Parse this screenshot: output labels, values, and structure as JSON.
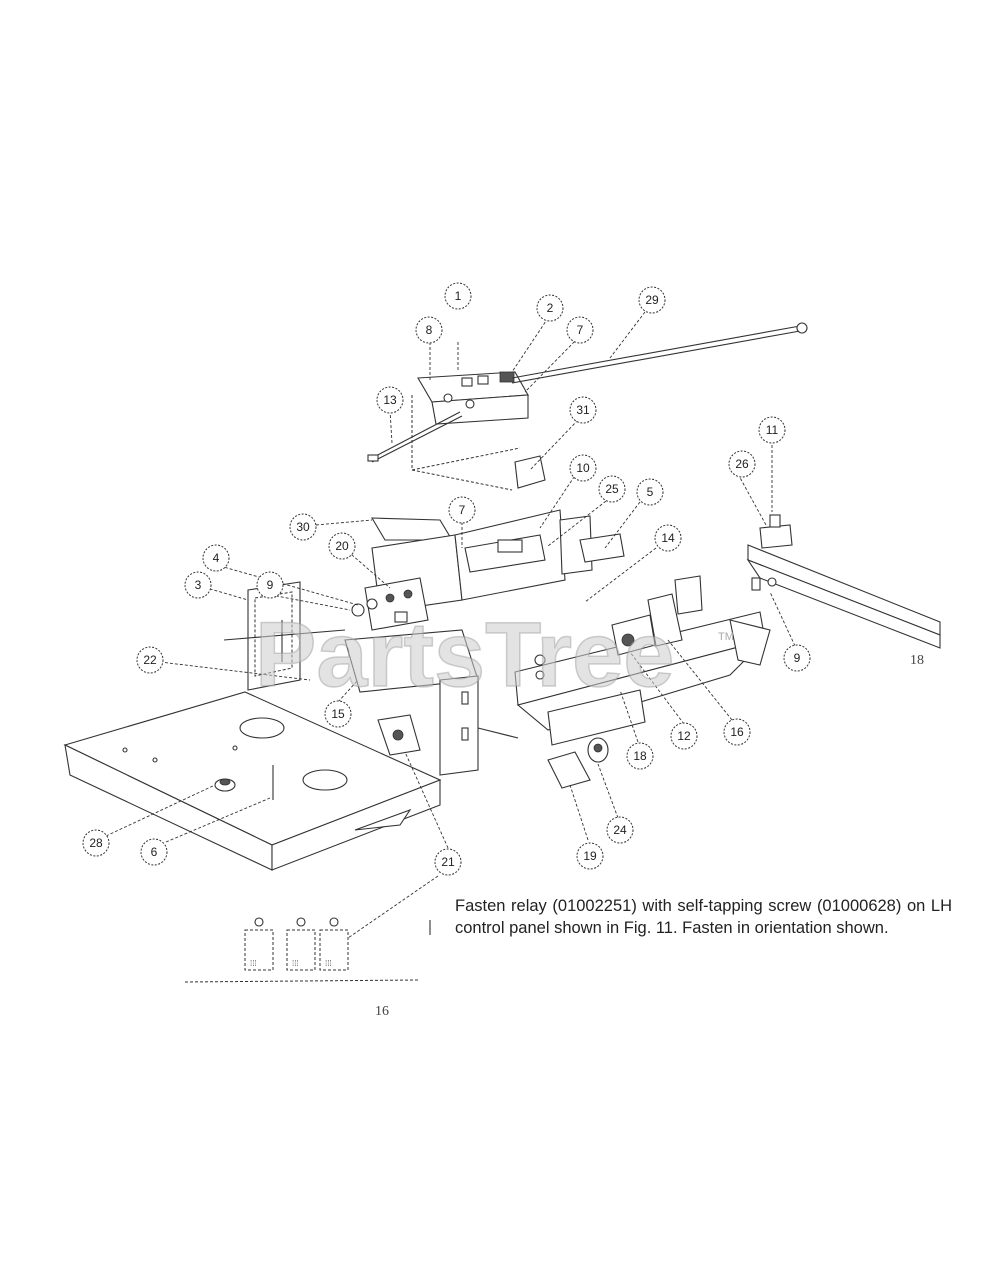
{
  "watermark": {
    "text": "PartsTree",
    "trademark": "TM"
  },
  "callouts": [
    {
      "id": "c1",
      "label": "1"
    },
    {
      "id": "c2",
      "label": "2"
    },
    {
      "id": "c29",
      "label": "29"
    },
    {
      "id": "c8",
      "label": "8"
    },
    {
      "id": "c7a",
      "label": "7"
    },
    {
      "id": "c13",
      "label": "13"
    },
    {
      "id": "c31",
      "label": "31"
    },
    {
      "id": "c11",
      "label": "11"
    },
    {
      "id": "c26",
      "label": "26"
    },
    {
      "id": "c10",
      "label": "10"
    },
    {
      "id": "c25",
      "label": "25"
    },
    {
      "id": "c5",
      "label": "5"
    },
    {
      "id": "c7b",
      "label": "7"
    },
    {
      "id": "c30",
      "label": "30"
    },
    {
      "id": "c14",
      "label": "14"
    },
    {
      "id": "c20",
      "label": "20"
    },
    {
      "id": "c4",
      "label": "4"
    },
    {
      "id": "c9a",
      "label": "9"
    },
    {
      "id": "c3",
      "label": "3"
    },
    {
      "id": "c9b",
      "label": "9"
    },
    {
      "id": "c22",
      "label": "22"
    },
    {
      "id": "c15",
      "label": "15"
    },
    {
      "id": "c12",
      "label": "12"
    },
    {
      "id": "c16",
      "label": "16"
    },
    {
      "id": "c18",
      "label": "18"
    },
    {
      "id": "c24",
      "label": "24"
    },
    {
      "id": "c28",
      "label": "28"
    },
    {
      "id": "c6",
      "label": "6"
    },
    {
      "id": "c21",
      "label": "21"
    },
    {
      "id": "c19",
      "label": "19"
    }
  ],
  "note": "Fasten relay (01002251) with self-tapping screw (01000628) on LH control panel shown in Fig. 11. Fasten in orientation shown.",
  "figure_labels": {
    "fig_small": "16",
    "fig_right": "18"
  }
}
